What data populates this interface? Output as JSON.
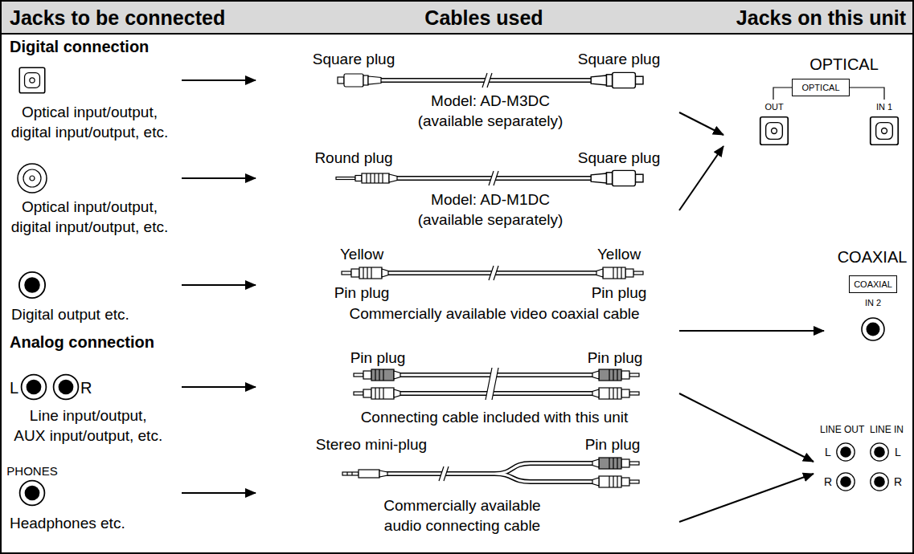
{
  "diagram": {
    "nodes": [
      {
        "text": [
          "Optical input/output, digital input/output, etc."
        ]
      },
      {
        "text": [
          "Optical input/output, digital input/output, etc."
        ]
      },
      {
        "text": [
          "Digital output etc."
        ]
      },
      {
        "text": [
          "L",
          "R",
          "Line input/output, AUX input/output, etc."
        ]
      },
      {
        "text": [
          "PHONES",
          "Headphones etc."
        ]
      },
      {
        "text": [
          "Square plug",
          "Square plug",
          "Model: AD-M3DC (available separately)"
        ]
      },
      {
        "text": [
          "Round plug",
          "Square plug",
          "Model: AD-M1DC (available separately)"
        ]
      },
      {
        "text": [
          "Yellow",
          "Yellow",
          "Pin plug",
          "Pin plug",
          "Commercially available video coaxial cable"
        ]
      },
      {
        "text": [
          "Pin plug",
          "Pin plug",
          "Connecting cable included with this unit"
        ]
      },
      {
        "text": [
          "Stereo mini-plug",
          "Pin plug",
          "Commercially available audio connecting cable"
        ]
      },
      {
        "text": [
          "OPTICAL",
          "OUT",
          "IN 1"
        ]
      },
      {
        "text": [
          "OPTICAL"
        ],
        "in": 10
      },
      {
        "text": [
          "COAXIAL",
          "IN 2"
        ]
      },
      {
        "text": [
          "COAXIAL"
        ],
        "in": 12
      },
      {
        "text": [
          "LINE OUT",
          "LINE IN",
          "L",
          "L",
          "R",
          "R"
        ]
      }
    ],
    "edges": [
      {
        "from": 0,
        "to": 5,
        "arrow": "to"
      },
      {
        "from": 1,
        "to": 6,
        "arrow": "to"
      },
      {
        "from": 2,
        "to": 7,
        "arrow": "to"
      },
      {
        "from": 3,
        "to": 8,
        "arrow": "to"
      },
      {
        "from": 4,
        "to": 9,
        "arrow": "to"
      },
      {
        "from": 5,
        "to": 10,
        "arrow": "to"
      },
      {
        "from": 6,
        "to": 10,
        "arrow": "to"
      },
      {
        "from": 7,
        "to": 12,
        "arrow": "to"
      },
      {
        "from": 8,
        "to": 14,
        "arrow": "to"
      },
      {
        "from": 9,
        "to": 14,
        "arrow": "to"
      }
    ],
    "labels": [
      "Jacks to be connected",
      "Cables used",
      "Jacks on this unit",
      "Digital connection",
      "Analog connection"
    ]
  }
}
